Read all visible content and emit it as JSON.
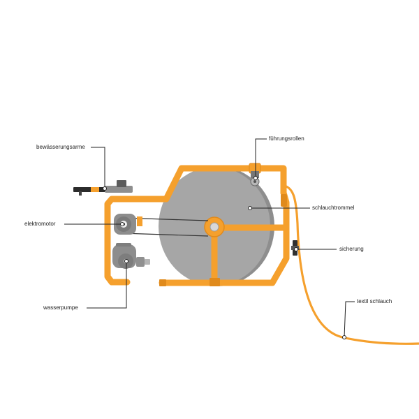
{
  "labels": {
    "bewaesserungsarme": "bewässerungsarme",
    "elektromotor": "elektromotor",
    "wasserpumpe": "wasserpumpe",
    "fuehrungsrollen": "führungsrollen",
    "schlauchtrommel": "schlauchtrommel",
    "sicherung": "sicherung",
    "textil_schlauch": "textil schlauch"
  },
  "colors": {
    "frame": "#F5A02D",
    "frame_shadow": "#E08A1C",
    "drum": "#A3A3A3",
    "drum_edge": "#8E8E8E",
    "motor": "#8F8F8F",
    "hose": "#F5A02D",
    "leader": "#222222",
    "text": "#222222"
  }
}
